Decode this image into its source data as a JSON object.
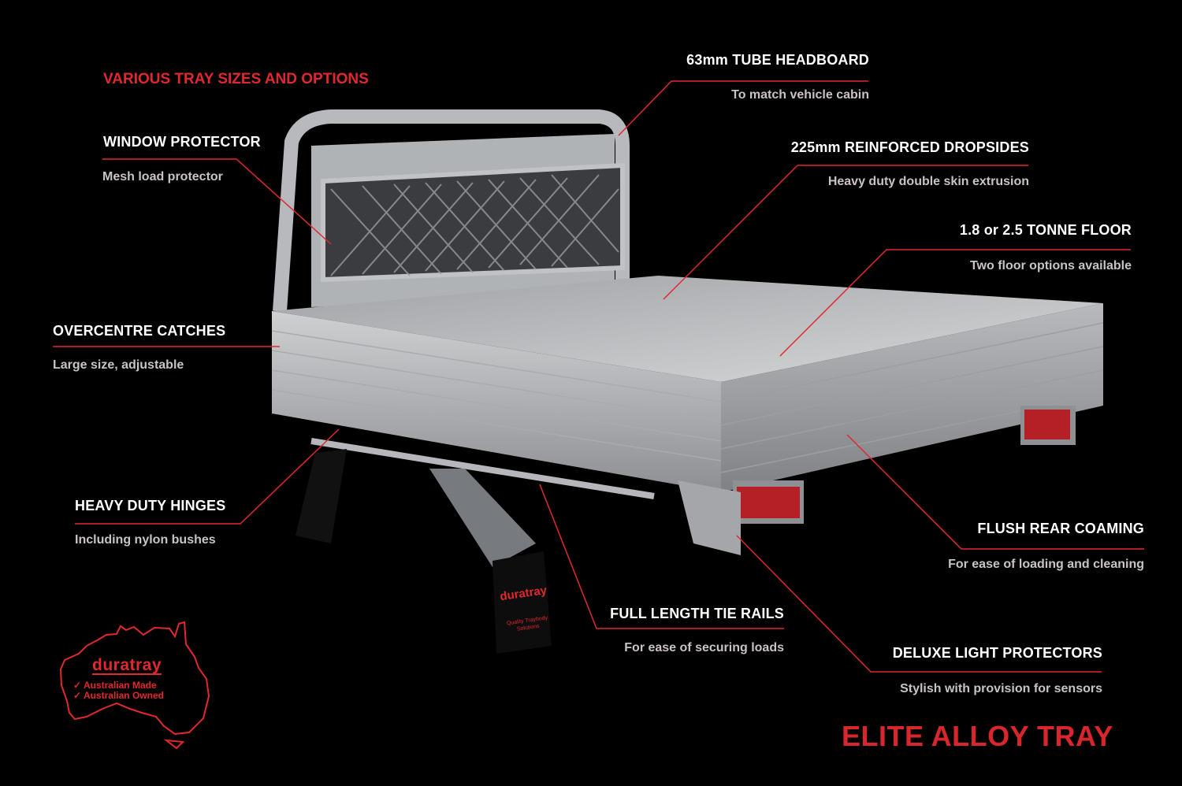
{
  "header": {
    "tagline": "VARIOUS TRAY SIZES AND OPTIONS"
  },
  "features": [
    {
      "title": "63mm TUBE HEADBOARD",
      "subtitle": "To match vehicle cabin"
    },
    {
      "title": "WINDOW PROTECTOR",
      "subtitle": "Mesh load protector"
    },
    {
      "title": "225mm REINFORCED DROPSIDES",
      "subtitle": "Heavy duty double skin extrusion"
    },
    {
      "title": "1.8 or 2.5 TONNE FLOOR",
      "subtitle": "Two floor options available"
    },
    {
      "title": "OVERCENTRE CATCHES",
      "subtitle": "Large size, adjustable"
    },
    {
      "title": "HEAVY DUTY HINGES",
      "subtitle": "Including nylon bushes"
    },
    {
      "title": "FLUSH REAR COAMING",
      "subtitle": "For ease of loading and cleaning"
    },
    {
      "title": "FULL LENGTH TIE RAILS",
      "subtitle": "For ease of securing loads"
    },
    {
      "title": "DELUXE LIGHT PROTECTORS",
      "subtitle": "Stylish with provision for sensors"
    }
  ],
  "product": {
    "name": "ELITE ALLOY TRAY"
  },
  "badge": {
    "brand": "duratray",
    "lines": [
      "Australian Made",
      "Australian Owned"
    ]
  },
  "mudflap": {
    "brand": "duratray",
    "tagline": "Quality Traybody Solutions"
  },
  "colors": {
    "accent": "#e0282e",
    "background": "#000000",
    "title": "#ffffff",
    "subtitle": "#c9c3c3"
  }
}
